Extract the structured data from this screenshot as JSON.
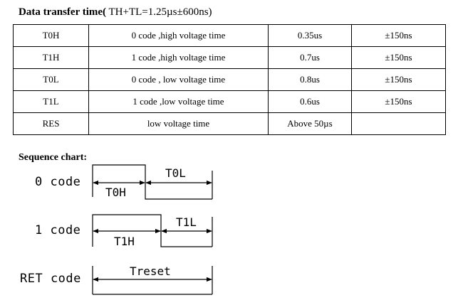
{
  "title": {
    "bold": "Data transfer time(",
    "rest": " TH+TL=1.25µs±600ns)"
  },
  "table": {
    "rows": [
      [
        "T0H",
        "0 code ,high voltage time",
        "0.35us",
        "±150ns"
      ],
      [
        "T1H",
        "1 code ,high voltage time",
        "0.7us",
        "±150ns"
      ],
      [
        "T0L",
        "0 code , low voltage time",
        "0.8us",
        "±150ns"
      ],
      [
        "T1L",
        "1 code ,low voltage time",
        "0.6us",
        "±150ns"
      ],
      [
        "RES",
        "low voltage time",
        "Above 50µs",
        ""
      ]
    ]
  },
  "sequence": {
    "title": "Sequence chart:",
    "zero": {
      "label": "0 code",
      "high": "T0H",
      "low": "T0L"
    },
    "one": {
      "label": "1 code",
      "high": "T1H",
      "low": "T1L"
    },
    "ret": {
      "label": "RET code",
      "reset": "Treset"
    }
  }
}
